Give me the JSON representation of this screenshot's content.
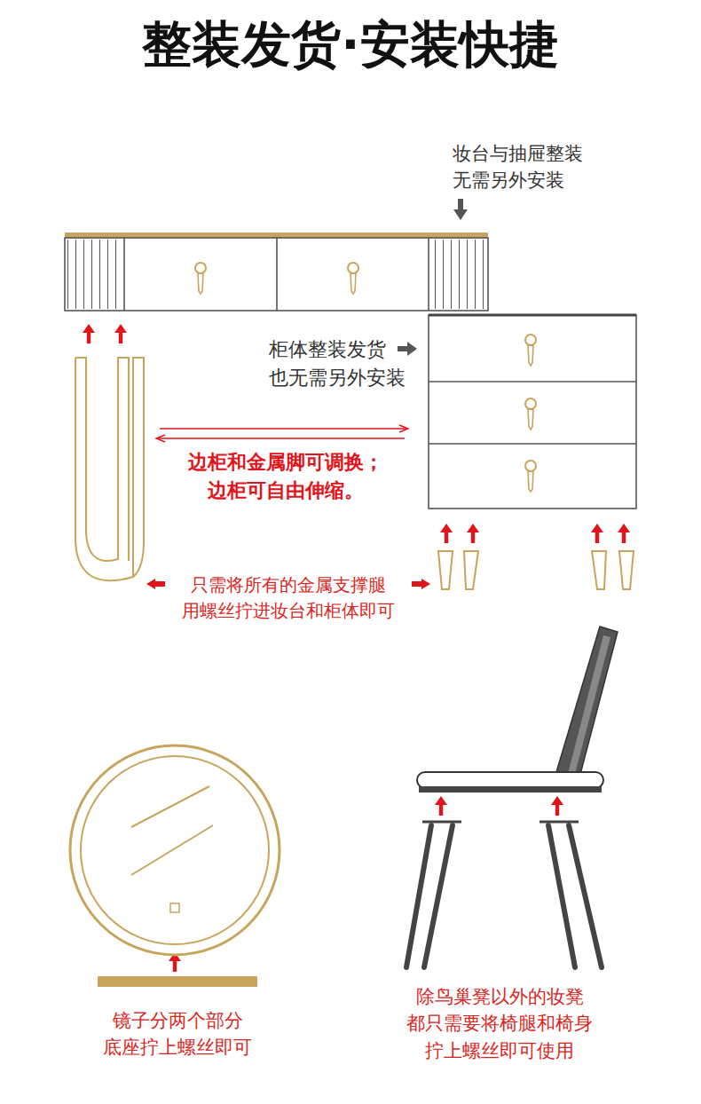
{
  "diagram": {
    "title": "整装发货·安装快捷",
    "labels": [
      "妆台与抽屉整装 无需另外安装",
      "柜体整装发货 也无需另外安装",
      "边柜和金属脚可调换； 边柜可自由伸缩。",
      "只需将所有的金属支撑腿 用螺丝拧进妆台和柜体即可",
      "镜子分两个部分 底座拧上螺丝即可",
      "除鸟巢凳以外的妆凳 都只需要将椅腿和椅身 拧上螺丝即可使用"
    ]
  }
}
